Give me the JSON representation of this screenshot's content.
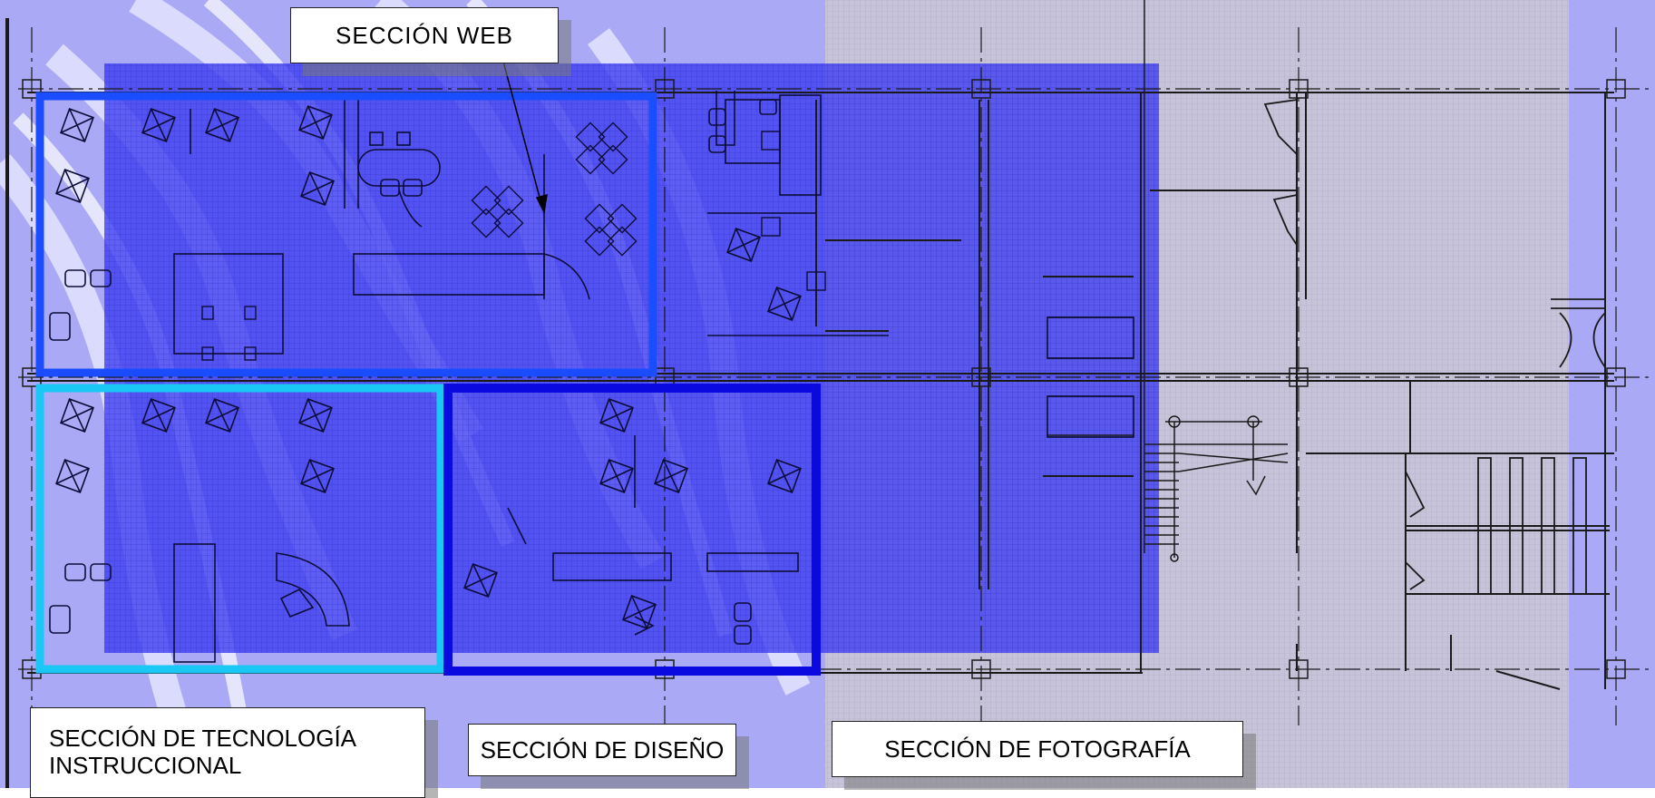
{
  "labels": {
    "web": "SECCIÓN  WEB",
    "tech": "SECCIÓN DE TECNOLOGÍA\nINSTRUCCIONAL",
    "design": "SECCIÓN DE DISEÑO",
    "photo": "SECCIÓN DE FOTOGRAFÍA"
  },
  "colors": {
    "background_light": "#a9a9f5",
    "background_grey": "#c7c3d8",
    "overlay_blue": "#3b3bf0",
    "web_outline": "#1a4dff",
    "tech_outline": "#19c8f5",
    "design_outline": "#0a0ae0",
    "linework": "#1a1a1a"
  },
  "icons": {
    "chair": "office-chair-icon",
    "desk": "desk-icon",
    "column": "structural-column-icon"
  }
}
